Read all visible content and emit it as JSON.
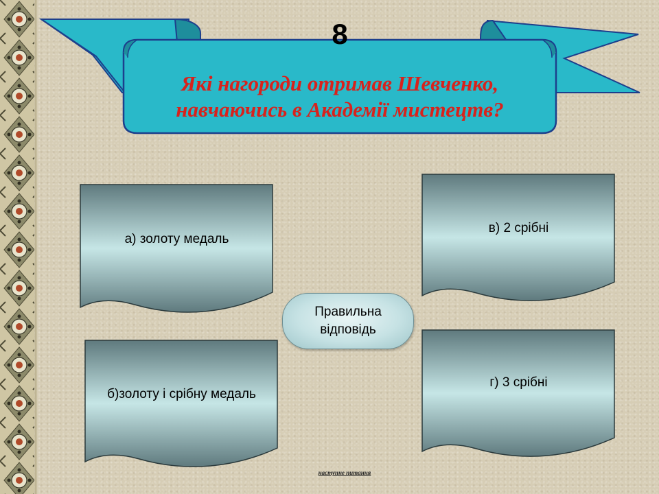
{
  "slide": {
    "number": "8",
    "question_line1": "Які нагороди отримав Шевченко,",
    "question_line2": "навчаючись в Академії мистецтв?",
    "options": {
      "a": "а) золоту медаль",
      "b": "б)золоту і срібну медаль",
      "c": "в) 2 срібні",
      "d": "г) 3 срібні"
    },
    "answer_button_line1": "Правильна",
    "answer_button_line2": "відповідь",
    "next_link": "наступне питання"
  },
  "colors": {
    "background": "#d6cdb5",
    "ribbon_fill": "#29b9c9",
    "ribbon_border": "#1d3f8c",
    "question_text": "#d8221c",
    "card_dark": "#5f7a7e",
    "card_light": "#c6e6e6"
  }
}
